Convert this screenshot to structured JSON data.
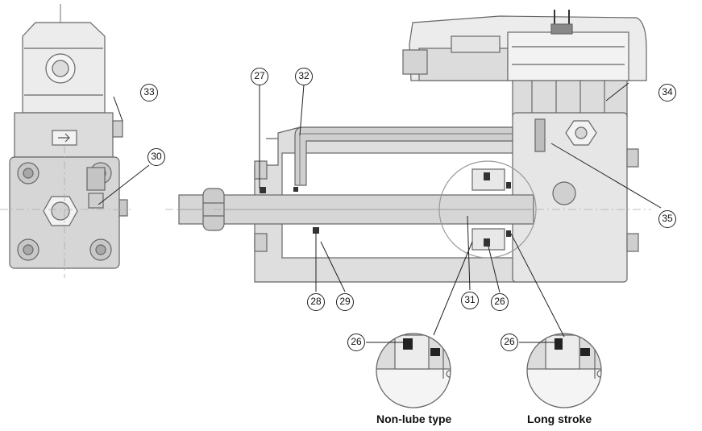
{
  "callouts": {
    "c26a": "26",
    "c26b": "26",
    "c26c": "26",
    "c27": "27",
    "c28": "28",
    "c29": "29",
    "c30": "30",
    "c31": "31",
    "c32": "32",
    "c33": "33",
    "c34": "34",
    "c35": "35"
  },
  "captions": {
    "non_lube": "Non-lube type",
    "long_stroke": "Long stroke"
  }
}
